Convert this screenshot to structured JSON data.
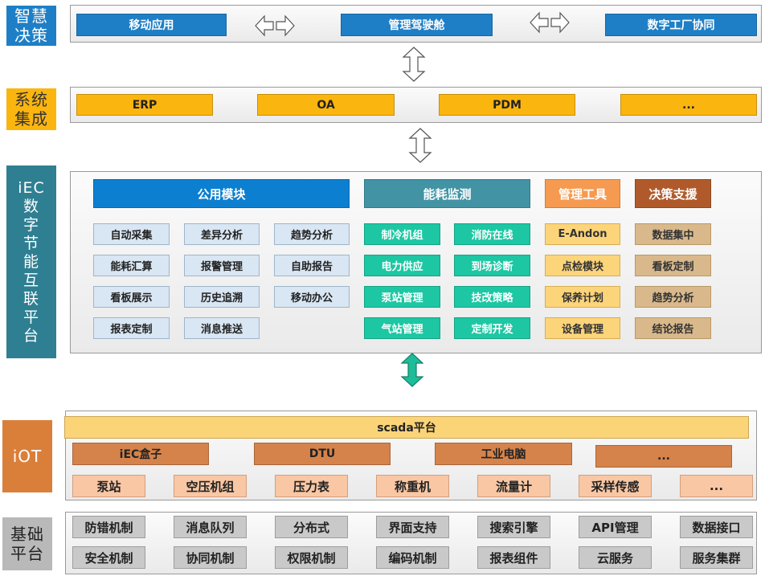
{
  "layers": {
    "smart": {
      "label": "智慧\n决策",
      "items": [
        "移动应用",
        "管理驾驶舱",
        "数字工厂协同"
      ]
    },
    "integration": {
      "label": "系统\n集成",
      "items": [
        "ERP",
        "OA",
        "PDM",
        "..."
      ]
    },
    "platform": {
      "label": "iEC\n数\n字\n节\n能\n互\n联\n平\n台",
      "common": {
        "title": "公用模块",
        "items": [
          "自动采集",
          "差异分析",
          "趋势分析",
          "能耗汇算",
          "报警管理",
          "自助报告",
          "看板展示",
          "历史追溯",
          "移动办公",
          "报表定制",
          "消息推送"
        ]
      },
      "energy": {
        "title": "能耗监测",
        "items": [
          "制冷机组",
          "消防在线",
          "电力供应",
          "到场诊断",
          "泵站管理",
          "技改策略",
          "气站管理",
          "定制开发"
        ]
      },
      "tools": {
        "title": "管理工具",
        "items": [
          "E-Andon",
          "点检模块",
          "保养计划",
          "设备管理"
        ]
      },
      "decision": {
        "title": "决策支援",
        "items": [
          "数据集中",
          "看板定制",
          "趋势分析",
          "结论报告"
        ]
      }
    },
    "iot": {
      "label": "iOT",
      "scada": "scada平台",
      "devices": [
        "iEC盒子",
        "DTU",
        "工业电脑",
        "..."
      ],
      "sensors": [
        "泵站",
        "空压机组",
        "压力表",
        "称重机",
        "流量计",
        "采样传感",
        "..."
      ]
    },
    "base": {
      "label": "基础\n平台",
      "row1": [
        "防错机制",
        "消息队列",
        "分布式",
        "界面支持",
        "搜索引擎",
        "API管理",
        "数据接口"
      ],
      "row2": [
        "安全机制",
        "协同机制",
        "权限机制",
        "编码机制",
        "报表组件",
        "云服务",
        "服务集群"
      ]
    }
  },
  "colors": {
    "arrow": "#ffffff",
    "arrow_teal": "#1dbd99",
    "arrow_stroke": "#555555"
  }
}
